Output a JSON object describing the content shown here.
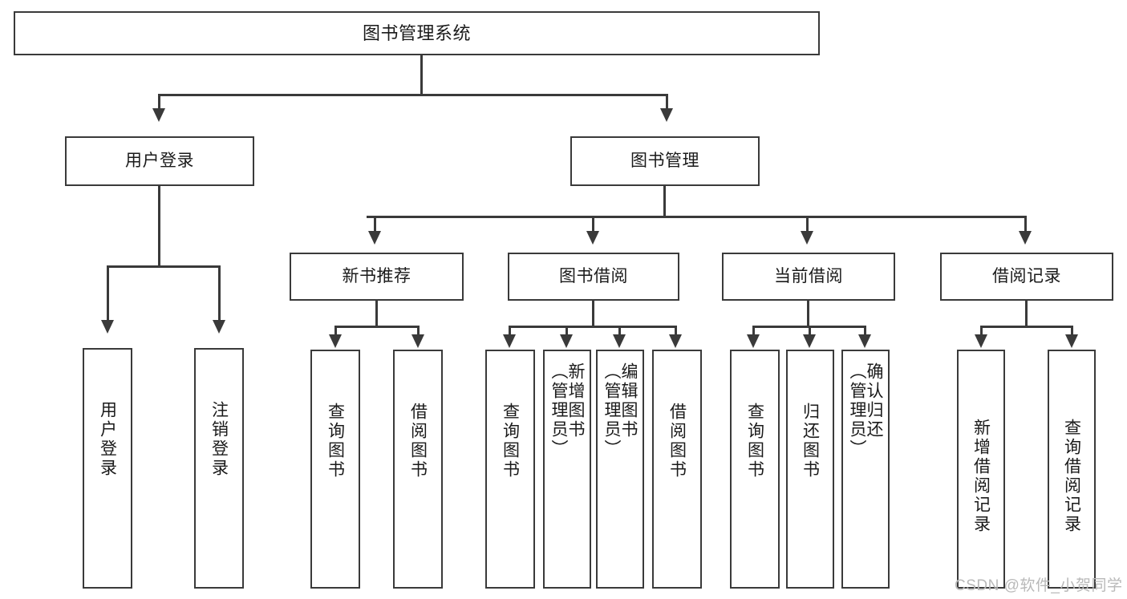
{
  "diagram": {
    "title": "图书管理系统",
    "type": "tree-hierarchy-diagram",
    "root": {
      "label": "图书管理系统"
    },
    "level2": [
      {
        "label": "用户登录"
      },
      {
        "label": "图书管理"
      }
    ],
    "level3": [
      {
        "label": "新书推荐"
      },
      {
        "label": "图书借阅"
      },
      {
        "label": "当前借阅"
      },
      {
        "label": "借阅记录"
      }
    ],
    "leaves": {
      "user_login": [
        {
          "label": "用户登录"
        },
        {
          "label": "注销登录"
        }
      ],
      "new_book_recommend": [
        {
          "label": "查询图书"
        },
        {
          "label": "借阅图书"
        }
      ],
      "book_borrow": [
        {
          "label": "查询图书"
        },
        {
          "label": "新增图书\n（管理员）"
        },
        {
          "label": "编辑图书\n（管理员）"
        },
        {
          "label": "借阅图书"
        }
      ],
      "current_borrow": [
        {
          "label": "查询图书"
        },
        {
          "label": "归还图书"
        },
        {
          "label": "确认归还\n（管理员）"
        }
      ],
      "borrow_record": [
        {
          "label": "新增借阅记录"
        },
        {
          "label": "查询借阅记录"
        }
      ]
    }
  },
  "watermark": {
    "text": "CSDN @软件_小贺同学"
  },
  "colors": {
    "stroke": "#3a3a3a",
    "background": "#ffffff",
    "text": "#1a1a1a",
    "watermark": "#b9b9b9"
  }
}
